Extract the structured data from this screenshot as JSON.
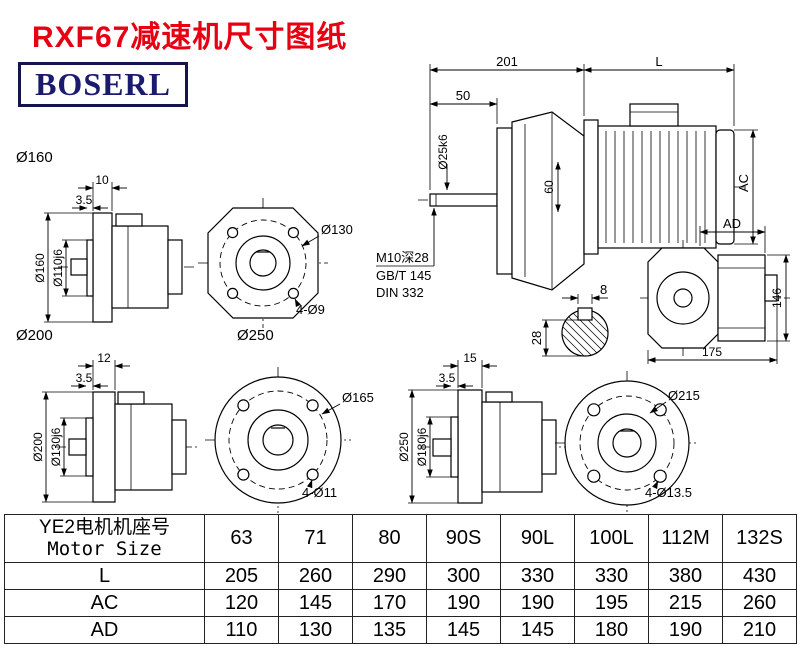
{
  "title": "RXF67减速机尺寸图纸",
  "logo": "BOSERL",
  "colors": {
    "title": "#e60012",
    "logo": "#1b1b6e",
    "line": "#000000"
  },
  "side_view": {
    "dim_201": "201",
    "dim_L": "L",
    "dim_50": "50",
    "dim_shaft": "Ø25k6",
    "dim_60": "60",
    "dim_AC": "AC",
    "note_line1": "M10深28",
    "note_line2": "GB/T 145",
    "note_line3": "DIN 332"
  },
  "keyway_section": {
    "dim_width": "8",
    "dim_height": "28"
  },
  "end_view": {
    "dim_AD": "AD",
    "dim_146": "146",
    "dim_175": "175"
  },
  "flange160": {
    "label": "Ø160",
    "dim_10": "10",
    "dim_3_5": "3.5",
    "dim_od": "Ø160",
    "dim_spigot": "Ø110j6",
    "front_bolt_circle": "Ø130",
    "front_holes": "4-Ø9"
  },
  "flange200": {
    "label": "Ø200",
    "dim_12": "12",
    "dim_3_5": "3.5",
    "dim_od": "Ø200",
    "dim_spigot": "Ø130j6",
    "front_bolt_circle": "Ø165",
    "front_holes": "4-Ø11"
  },
  "flange250": {
    "label": "Ø250",
    "dim_15": "15",
    "dim_3_5": "3.5",
    "dim_od": "Ø250",
    "dim_spigot": "Ø180j6",
    "front_bolt_circle": "Ø215",
    "front_holes": "4-Ø13.5"
  },
  "table": {
    "header_cn": "YE2电机机座号",
    "header_en": "Motor Size",
    "sizes": [
      "63",
      "71",
      "80",
      "90S",
      "90L",
      "100L",
      "112M",
      "132S"
    ],
    "rows": [
      {
        "label": "L",
        "values": [
          "205",
          "260",
          "290",
          "300",
          "330",
          "330",
          "380",
          "430"
        ]
      },
      {
        "label": "AC",
        "values": [
          "120",
          "145",
          "170",
          "190",
          "190",
          "195",
          "215",
          "260"
        ]
      },
      {
        "label": "AD",
        "values": [
          "110",
          "130",
          "135",
          "145",
          "145",
          "180",
          "190",
          "210"
        ]
      }
    ]
  }
}
